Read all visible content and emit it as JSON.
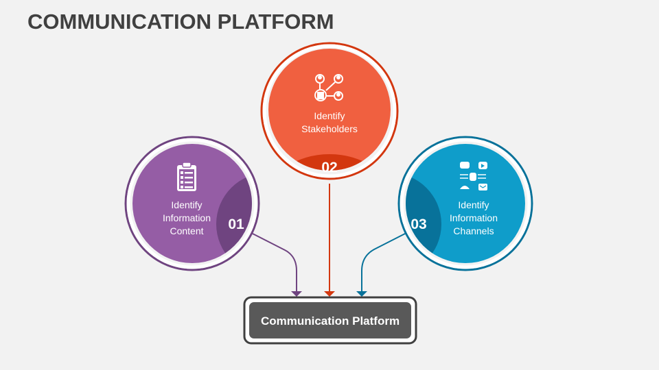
{
  "title": "COMMUNICATION PLATFORM",
  "steps": [
    {
      "number": "01",
      "lines": [
        "Identify",
        "Information",
        "Content"
      ],
      "icon": "clipboard-checklist-icon",
      "color": "#955da5",
      "dark_color": "#6f4480"
    },
    {
      "number": "02",
      "lines": [
        "Identify",
        "Stakeholders"
      ],
      "icon": "stakeholder-network-icon",
      "color": "#f06040",
      "dark_color": "#d3370f"
    },
    {
      "number": "03",
      "lines": [
        "Identify",
        "Information",
        "Channels"
      ],
      "icon": "communication-channels-icon",
      "color": "#0f9dca",
      "dark_color": "#08729a"
    }
  ],
  "platform": {
    "label": "Communication Platform",
    "color": "#595959",
    "border_color": "#404040"
  }
}
